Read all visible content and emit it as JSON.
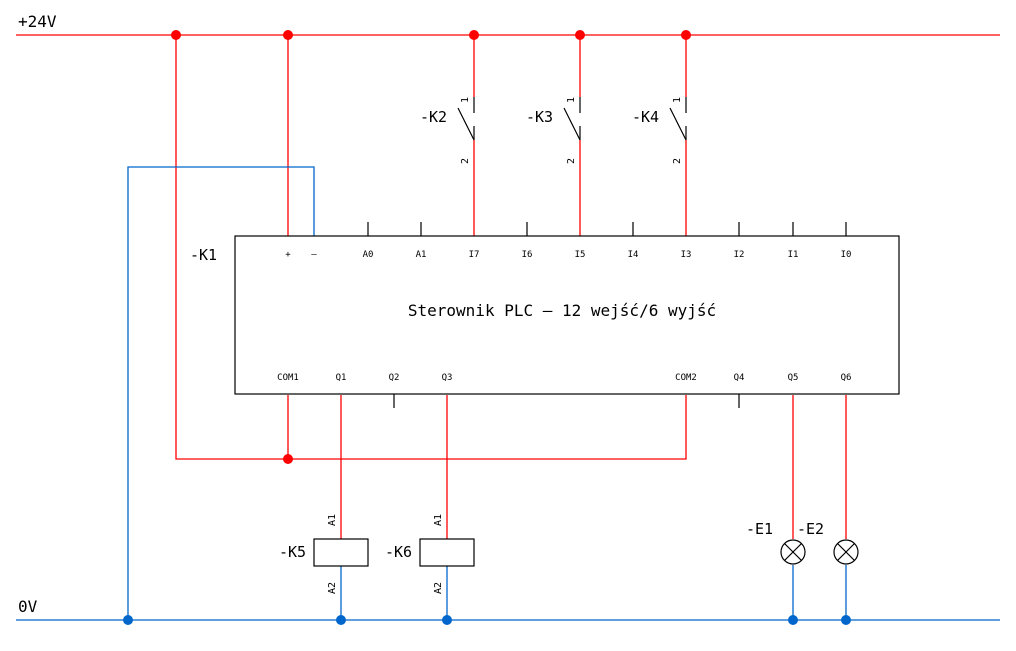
{
  "rails": {
    "positive_label": "+24V",
    "negative_label": "0V"
  },
  "colors": {
    "positive_wire": "#ff0000",
    "negative_wire": "#0066cc",
    "junction_red": "#ff0000",
    "junction_blue": "#0066cc",
    "outline": "#000000"
  },
  "plc": {
    "tag": "-K1",
    "title": "Sterownik PLC – 12 wejść/6 wyjść",
    "top_terminals": [
      "+",
      "–",
      "A0",
      "A1",
      "I7",
      "I6",
      "I5",
      "I4",
      "I3",
      "I2",
      "I1",
      "I0"
    ],
    "bottom_terminals": [
      "COM1",
      "Q1",
      "Q2",
      "Q3",
      "COM2",
      "Q4",
      "Q5",
      "Q6"
    ]
  },
  "contacts": [
    {
      "tag": "-K2",
      "pin_top": "1",
      "pin_bottom": "2"
    },
    {
      "tag": "-K3",
      "pin_top": "1",
      "pin_bottom": "2"
    },
    {
      "tag": "-K4",
      "pin_top": "1",
      "pin_bottom": "2"
    }
  ],
  "coils": [
    {
      "tag": "-K5",
      "pin_top": "A1",
      "pin_bottom": "A2"
    },
    {
      "tag": "-K6",
      "pin_top": "A1",
      "pin_bottom": "A2"
    }
  ],
  "lamps": [
    {
      "tag": "-E1"
    },
    {
      "tag": "-E2"
    }
  ]
}
